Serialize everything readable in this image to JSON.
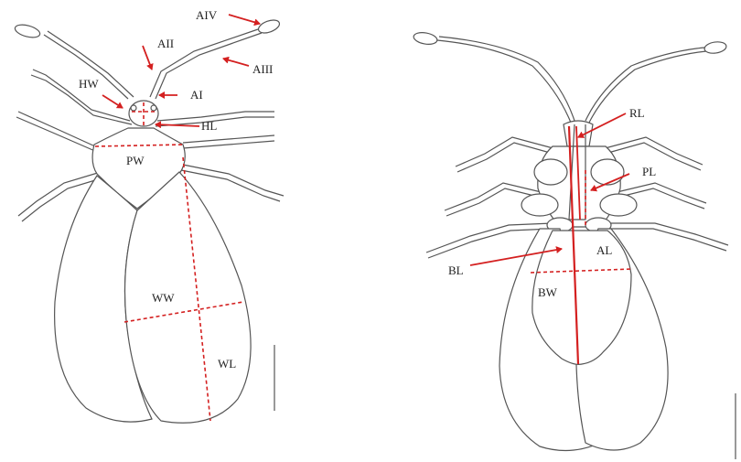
{
  "dorsal_view": {
    "labels": {
      "aiv": "AIV",
      "aii": "AII",
      "aiii": "AIII",
      "hw": "HW",
      "ai": "AI",
      "hl": "HL",
      "pw": "PW",
      "ww": "WW",
      "wl": "WL"
    }
  },
  "ventral_view": {
    "labels": {
      "rl": "RL",
      "pl": "PL",
      "al": "AL",
      "bl": "BL",
      "bw": "BW"
    }
  },
  "colors": {
    "outline": "#555555",
    "measure": "#d42020",
    "scale_bar": "#777777"
  }
}
